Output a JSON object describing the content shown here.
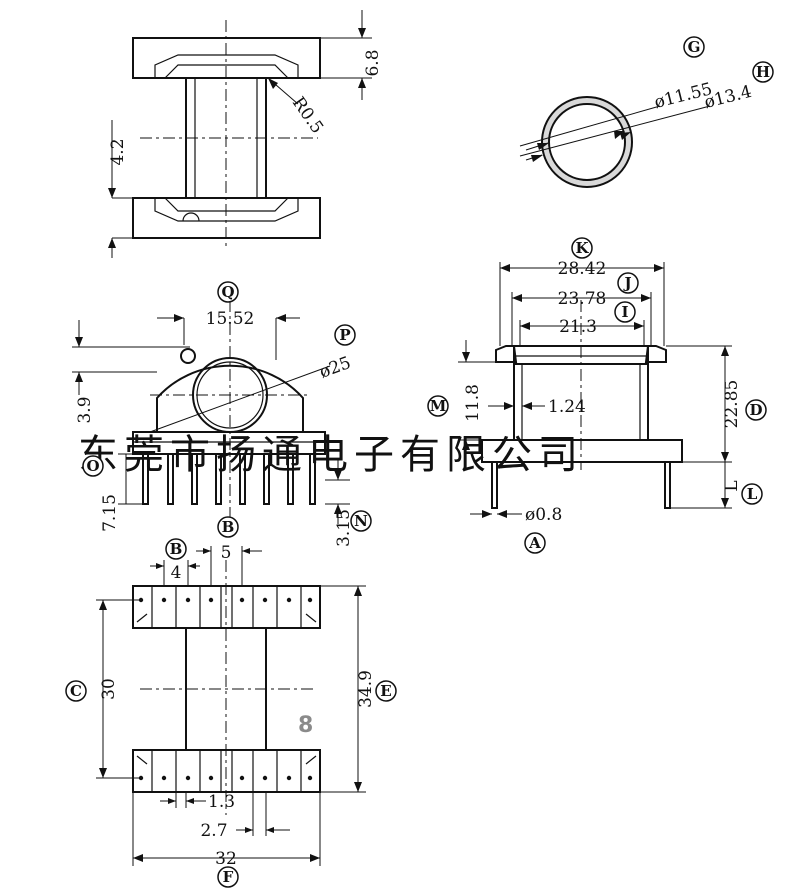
{
  "dims": {
    "top_height": "6.8",
    "radius": "R0.5",
    "core_height": "4.2",
    "d_inner": "ø11.55",
    "d_outer": "ø13.4",
    "w_15_52": "15.52",
    "d_25": "ø25",
    "h_3_9": "3.9",
    "h_7_15": "7.15",
    "h_3_15": "3.15",
    "w_28_42": "28.42",
    "w_23_78": "23.78",
    "w_21_3": "21.3",
    "h_11_8": "11.8",
    "w_1_24": "1.24",
    "h_22_85": "22.85",
    "l_L": "L",
    "d_pin": "ø0.8",
    "w_4": "4",
    "w_5": "5",
    "h_30": "30",
    "h_34_9": "34.9",
    "w_1_3": "1.3",
    "w_2_7": "2.7",
    "w_32": "32"
  },
  "callouts": {
    "A": "A",
    "B1": "B",
    "B2": "B",
    "C": "C",
    "D": "D",
    "E": "E",
    "F": "F",
    "G": "G",
    "H": "H",
    "I": "I",
    "J": "J",
    "K": "K",
    "L": "L",
    "M": "M",
    "N": "N",
    "O": "O",
    "P": "P",
    "Q": "Q"
  },
  "watermark": "东莞市扬通电子有限公司",
  "page_number": "8"
}
